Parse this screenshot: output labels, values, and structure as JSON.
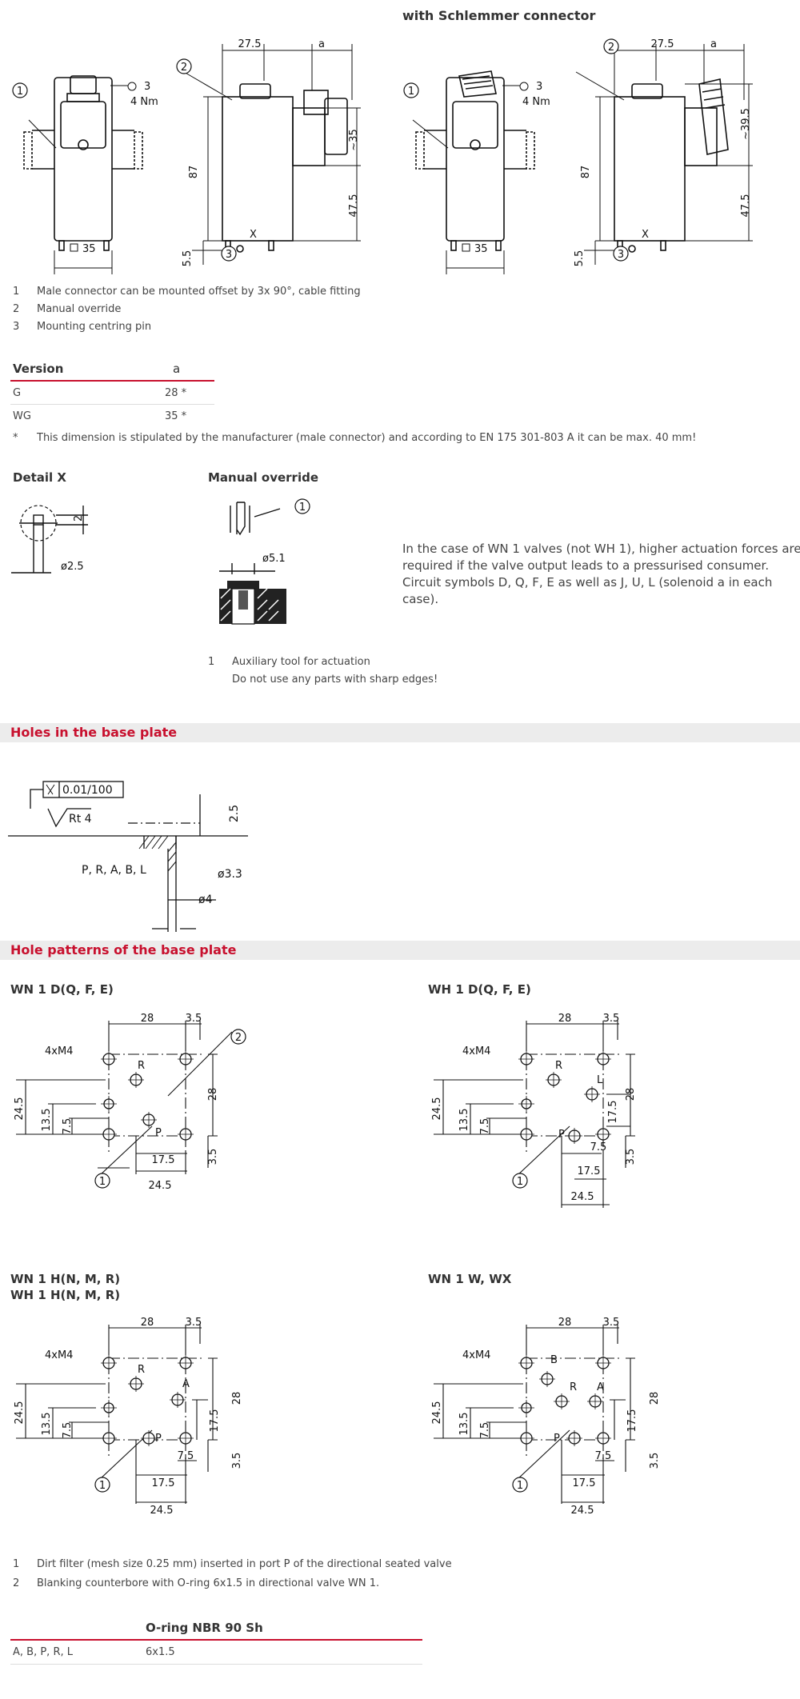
{
  "header": {
    "schlemmer_caption": "with Schlemmer connector"
  },
  "drawings_top": {
    "dim_27_5": "27.5",
    "dim_a": "a",
    "torque_3": "3",
    "torque_4nm": "4 Nm",
    "dim_87": "87",
    "dim_35_approx": "~35",
    "dim_39_5_approx": "~39.5",
    "dim_47_5": "47.5",
    "dim_square_35": "35",
    "dim_5_5": "5.5",
    "mark_x": "X",
    "callout_1": "1",
    "callout_2": "2",
    "callout_3": "3"
  },
  "legend_top": [
    {
      "num": "1",
      "text": "Male connector can be mounted offset by 3x 90°, cable fitting"
    },
    {
      "num": "2",
      "text": "Manual override"
    },
    {
      "num": "3",
      "text": "Mounting centring pin"
    }
  ],
  "version_table": {
    "headers": [
      "Version",
      "a"
    ],
    "rows": [
      {
        "version": "G",
        "a": "28 *"
      },
      {
        "version": "WG",
        "a": "35 *"
      }
    ],
    "footnote_mark": "*",
    "footnote": "This dimension is stipulated by the manufacturer (male connector) and according to EN 175 301-803 A it can be max. 40 mm!"
  },
  "detail_x": {
    "title": "Detail X",
    "dim_2": "2",
    "dim_2_5": "ø2.5"
  },
  "manual_override": {
    "title": "Manual override",
    "dim_5_1": "ø5.1",
    "callout": "1",
    "legend_num": "1",
    "legend_line1": "Auxiliary tool for actuation",
    "legend_line2": "Do not use any parts with sharp edges!"
  },
  "actuation_note": "In the case of WN 1 valves (not WH 1), higher actuation forces are required if the valve output leads to a pressurised consumer. Circuit symbols D, Q, F, E as well as J, U, L (solenoid a in each case).",
  "holes_section": {
    "title": "Holes in the base plate",
    "tolerance": "0.01/100",
    "roughness": "Rt 4",
    "ports": "P, R, A, B, L",
    "dim_2_5": "2.5",
    "dim_3_3": "ø3.3",
    "dim_4": "ø4"
  },
  "patterns_section": {
    "title": "Hole patterns of the base plate",
    "p1_title": "WN 1 D(Q, F, E)",
    "p2_title": "WH 1 D(Q, F, E)",
    "p3_title_line1": "WN 1 H(N, M, R)",
    "p3_title_line2": "WH 1 H(N, M, R)",
    "p4_title": "WN 1 W, WX",
    "dims": {
      "d28": "28",
      "d3_5": "3.5",
      "d4xM4": "4xM4",
      "d24_5": "24.5",
      "d13_5": "13.5",
      "d7_5": "7.5",
      "d17_5": "17.5",
      "port_r": "R",
      "port_p": "P",
      "port_a": "A",
      "port_b": "B",
      "port_l": "L",
      "c1": "1",
      "c2": "2"
    }
  },
  "legend_bottom": [
    {
      "num": "1",
      "text": "Dirt filter (mesh size 0.25 mm) inserted in port P of the directional seated valve"
    },
    {
      "num": "2",
      "text": "Blanking counterbore with O-ring 6x1.5 in directional valve WN 1."
    }
  ],
  "oring_table": {
    "header": "O-ring NBR 90 Sh",
    "row_label": "A, B, P, R, L",
    "row_value": "6x1.5"
  },
  "colors": {
    "accent": "#c8102e",
    "section_bg": "#ececec",
    "text": "#444444"
  }
}
